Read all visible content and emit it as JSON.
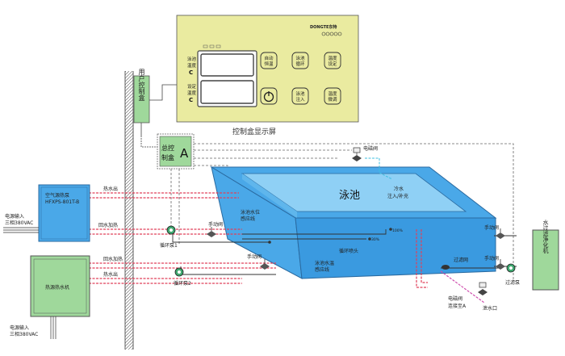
{
  "panel": {
    "brand": "DONGTE东特",
    "left_col_1": [
      "泳池",
      "温度",
      "C"
    ],
    "left_col_2": [
      "设定",
      "温度",
      "C"
    ],
    "buttons": [
      [
        "自动",
        "恒温"
      ],
      [
        "泳池",
        "循环"
      ],
      [
        "温度",
        "设定"
      ],
      [
        "泳池",
        "注入"
      ],
      [
        "温度",
        "微调"
      ]
    ],
    "caption": "控制盒显示屏"
  },
  "user_box": "用户控制盒",
  "main_box": {
    "line1": "总控",
    "line2": "制盒",
    "letter": "A"
  },
  "heat_pump": {
    "line1": "空气源热泵",
    "line2": "HFXPS-801T-B"
  },
  "boiler": "热源热水机",
  "pool": {
    "title": "泳池",
    "cold_water": [
      "冷水",
      "注入/补充"
    ]
  },
  "labels": {
    "solenoid_top": "电磁阀",
    "hot_in_1": "热水出",
    "return_1": "回水加热",
    "return_2": "回水加热",
    "hot_in_2": "热水出",
    "pump1": "循环泵1",
    "pump2": "循环泵2",
    "manual_1": "手动阀",
    "manual_2": "手动阀",
    "manual_3": "手动阀",
    "manual_4": "手动阀",
    "water_sensor": [
      "泳池水位",
      "感应线"
    ],
    "temp_sensor": [
      "泳池水温",
      "感应线"
    ],
    "inlet_head": "循环喷头",
    "temp_mark": "30%",
    "water_mark": "100%",
    "filter_valve": "过滤网",
    "filter_pump": "过滤泵",
    "filter_machine": "水过滤净化机",
    "solenoid_bottom": [
      "电磁阀",
      "连接至A"
    ],
    "drain": "泄水口",
    "power_1": [
      "电源输入",
      "三相380VAC"
    ],
    "power_2": [
      "电源输入",
      "三相380VAC"
    ]
  }
}
